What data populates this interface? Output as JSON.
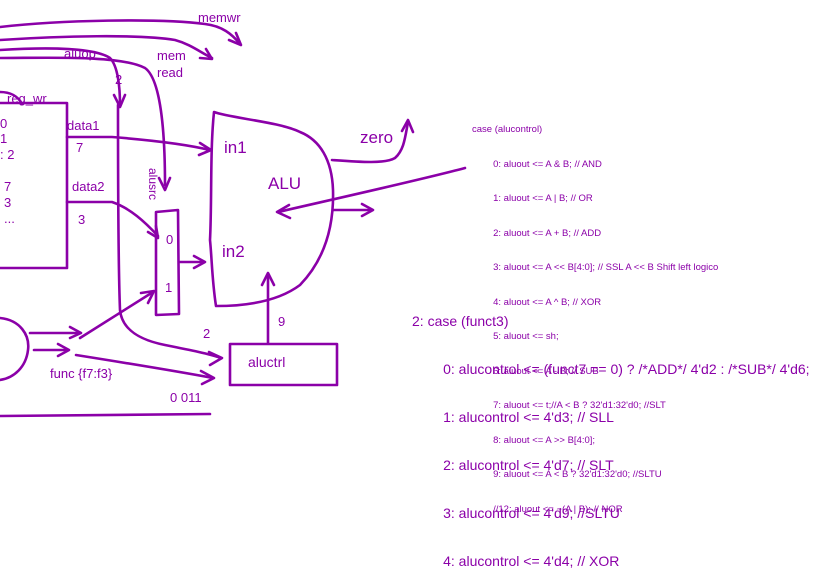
{
  "colors": {
    "ink": "#8b00a8",
    "background": "#ffffff"
  },
  "labels": {
    "memwr": "memwr",
    "mem": "mem",
    "read": "read",
    "aluop": "aluop",
    "aluop_width": "2",
    "reg_wr": "reg_wr",
    "regfile_left_values": [
      "0",
      "1",
      ":  2",
      "7",
      "3",
      "..."
    ],
    "data1": "data1",
    "data1_val": "7",
    "data2": "data2",
    "data2_val": "3",
    "alusrc": "alusrc",
    "mux_in0": "0",
    "mux_in1": "1",
    "in1": "in1",
    "in2": "in2",
    "alu": "ALU",
    "zero": "zero",
    "aluctrl": "aluctrl",
    "aluctrl_in": "2",
    "aluctrl_out": "9",
    "func": "func {f7:f3}",
    "bottom_val": "0 011"
  },
  "code_small": [
    "case (alucontrol)",
    "        0: aluout <= A & B; // AND",
    "        1: aluout <= A | B; // OR",
    "        2: aluout <= A + B; // ADD",
    "        3: aluout <= A << B[4:0]; // SSL A << B Shift left logico",
    "        4: aluout <= A ^ B; // XOR",
    "        5: aluout <= sh;",
    "        6: aluout <= A - B; // SUB",
    "        7: aluout <= t;//A < B ? 32'd1:32'd0; //SLT",
    "        8: aluout <= A >> B[4:0];",
    "        9: aluout <= A < B ? 32'd1:32'd0; //SLTU",
    "        //12: aluout <= ~(A | B); // NOR"
  ],
  "code_big": [
    "2: case (funct3)",
    "        0: alucontrol <= (funct7 == 0) ? /*ADD*/ 4'd2 : /*SUB*/ 4'd6;",
    "        1: alucontrol <= 4'd3; // SLL",
    "        2: alucontrol <= 4'd7; // SLT",
    "        3: alucontrol <= 4'd9; //SLTU",
    "        4: alucontrol <= 4'd4; // XOR"
  ]
}
